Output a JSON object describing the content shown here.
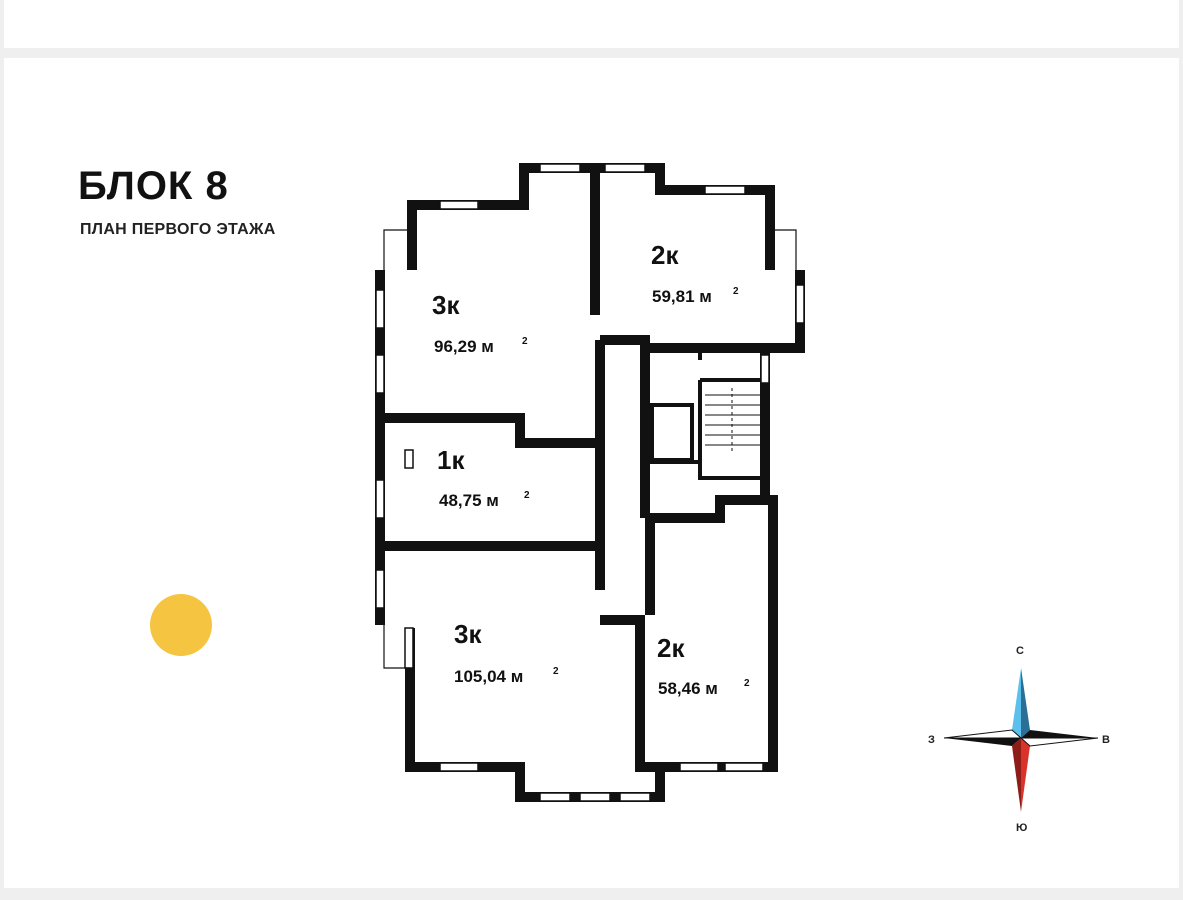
{
  "header": {
    "title": "БЛОК 8",
    "subtitle": "ПЛАН ПЕРВОГО ЭТАЖА"
  },
  "rooms": [
    {
      "type": "3к",
      "area": "96,29 м",
      "unit_sup": "2"
    },
    {
      "type": "2к",
      "area": "59,81 м",
      "unit_sup": "2"
    },
    {
      "type": "1к",
      "area": "48,75 м",
      "unit_sup": "2"
    },
    {
      "type": "3к",
      "area": "105,04 м",
      "unit_sup": "2"
    },
    {
      "type": "2к",
      "area": "58,46 м",
      "unit_sup": "2"
    }
  ],
  "compass": {
    "north": "С",
    "south": "Ю",
    "west": "З",
    "east": "В"
  },
  "colors": {
    "sun": "#f5c542",
    "wall": "#111111",
    "compass_north": "#5bc0eb",
    "compass_south": "#d9342b",
    "compass_dark": "#111111"
  }
}
